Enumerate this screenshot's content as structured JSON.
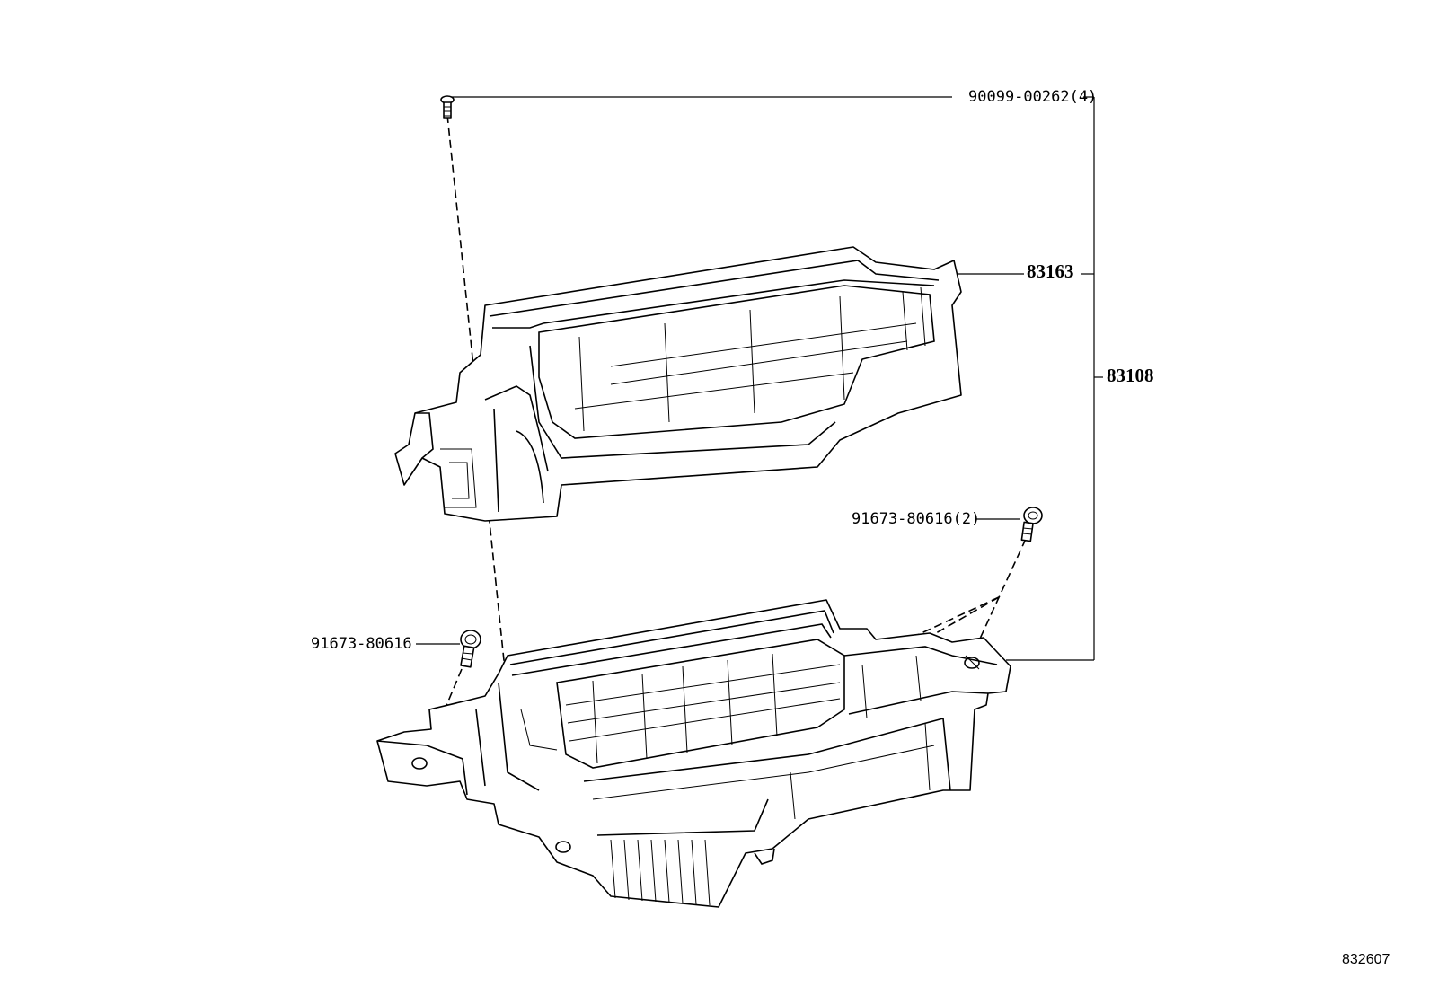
{
  "diagram": {
    "parts": [
      {
        "id": "screw",
        "label": "90099-00262(4)"
      },
      {
        "id": "upper_case",
        "label": "83163"
      },
      {
        "id": "assembly",
        "label": "83108"
      },
      {
        "id": "bolt_right",
        "label": "91673-80616(2)"
      },
      {
        "id": "bolt_left",
        "label": "91673-80616"
      }
    ],
    "figure_number": "832607"
  }
}
